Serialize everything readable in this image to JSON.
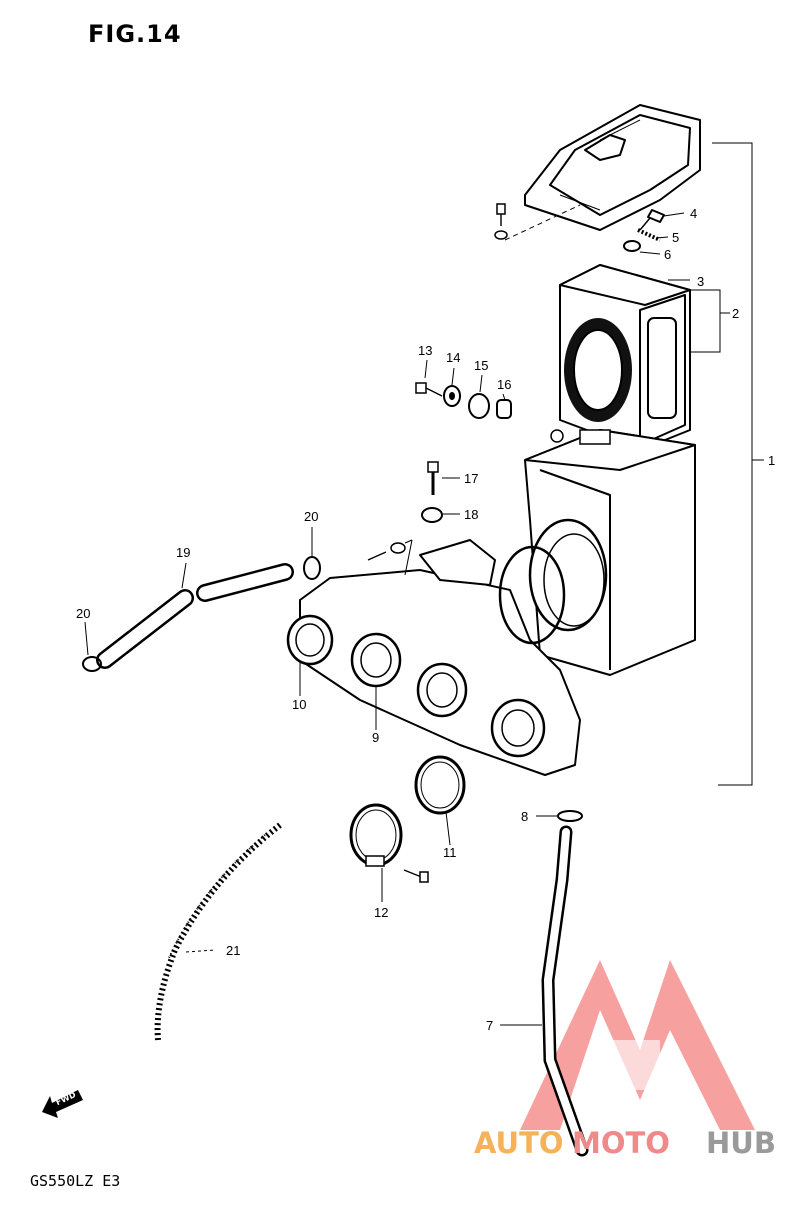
{
  "figure": {
    "title": "FIG.14",
    "model_code": "GS550LZ E3",
    "direction_label": "FWD"
  },
  "callouts": [
    "1",
    "2",
    "3",
    "4",
    "5",
    "6",
    "7",
    "8",
    "9",
    "10",
    "11",
    "12",
    "13",
    "14",
    "15",
    "16",
    "17",
    "18",
    "19",
    "20",
    "20",
    "21"
  ],
  "watermark": {
    "auto": "AUTO",
    "moto": "MOTO",
    "hub": "HUB",
    "color_auto": "#f5b25a",
    "color_moto": "#f08a8a",
    "color_hub": "#9a9a9a",
    "logo_color": "#f05a5a"
  }
}
